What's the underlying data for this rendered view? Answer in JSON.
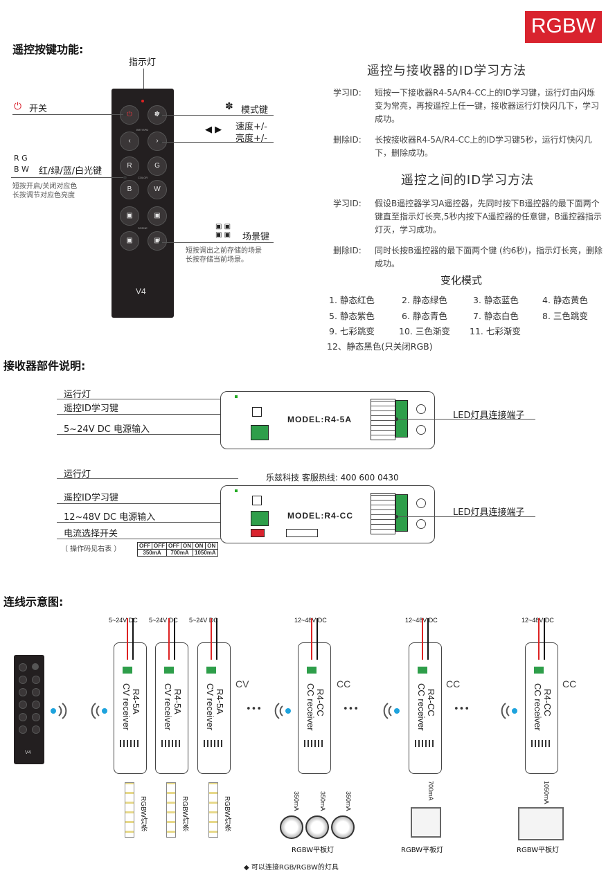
{
  "badge": "RGBW",
  "remote_section": {
    "title": "遥控按键功能:",
    "indicator": "指示灯",
    "power": "开关",
    "mode": "模式键",
    "speed": "速度+/-",
    "brightness": "亮度+/-",
    "rg": "R  G",
    "bw": "B  W",
    "color_keys": "红/绿/蓝/白光键",
    "color_note1": "短按开启/关闭对应色",
    "color_note2": "长按调节对应色亮度",
    "scene": "场景键",
    "scene_note1": "短按调出之前存储的场景",
    "scene_note2": "长按存储当前场景。",
    "remote_model": "V4",
    "btn_labels": {
      "r": "R",
      "g": "G",
      "b": "B",
      "w": "W"
    },
    "small_labels": {
      "brt": "BRT/SPD",
      "color": "COLOR",
      "scene": "SCENE"
    }
  },
  "id_learning": {
    "title1": "遥控与接收器的ID学习方法",
    "learn_label": "学习ID:",
    "learn_text": "短按一下接收器R4-5A/R4-CC上的ID学习键，运行灯由闪烁变为常亮，再按遥控上任一键，接收器运行灯快闪几下，学习成功。",
    "delete_label": "删除ID:",
    "delete_text": "长按接收器R4-5A/R4-CC上的ID学习键5秒，运行灯快闪几下，删除成功。",
    "title2": "遥控之间的ID学习方法",
    "learn2_text": "假设B遥控器学习A遥控器，先同时按下B遥控器的最下面两个键直至指示灯长亮,5秒内按下A遥控器的任意键，B遥控器指示灯灭，学习成功。",
    "delete2_text": "同时长按B遥控器的最下面两个键 (约6秒)，指示灯长亮，删除成功。"
  },
  "modes": {
    "title": "变化模式",
    "items": [
      "1. 静态红色",
      "2. 静态绿色",
      "3. 静态蓝色",
      "4. 静态黄色",
      "5. 静态紫色",
      "6. 静态青色",
      "7. 静态白色",
      "8. 三色跳变",
      "9. 七彩跳变",
      "10. 三色渐变",
      "11. 七彩渐变",
      "12、静态黑色(只关闭RGB)"
    ]
  },
  "receiver_section": {
    "title": "接收器部件说明:",
    "run_led": "运行灯",
    "id_key": "遥控ID学习键",
    "power_5a": "5~24V DC  电源输入",
    "led_terminal": "LED灯具连接端子",
    "model_5a": "MODEL:R4-5A",
    "hotline": "乐兹科技 客服热线: 400 600 0430",
    "power_cc": "12~48V DC  电源输入",
    "current_switch": "电流选择开关",
    "op_code_note": "（ 操作码见右表 ）",
    "model_cc": "MODEL:R4-CC",
    "switch_table": {
      "row1": [
        "OFF",
        "OFF",
        "OFF",
        "ON",
        "ON",
        "ON"
      ],
      "row2": [
        "350mA",
        "700mA",
        "1050mA"
      ]
    }
  },
  "wiring": {
    "title": "连线示意图:",
    "cv_voltage": "5~24V DC",
    "cc_voltage": "12~48V DC",
    "cv_tag": "CV",
    "cc_tag": "CC",
    "cv_label": "CV receiver",
    "cv_model": "R4-5A",
    "cc_label": "CC receiver",
    "cc_model": "R4-CC",
    "strip": "RGBW灯条",
    "current_350": "350mA",
    "current_700": "700mA",
    "current_1050": "1050mA",
    "panel": "RGBW平板灯",
    "ellipsis": "•••",
    "footnote": "◆  可以连接RGB/RGBW的灯具",
    "remote_model": "V4"
  }
}
